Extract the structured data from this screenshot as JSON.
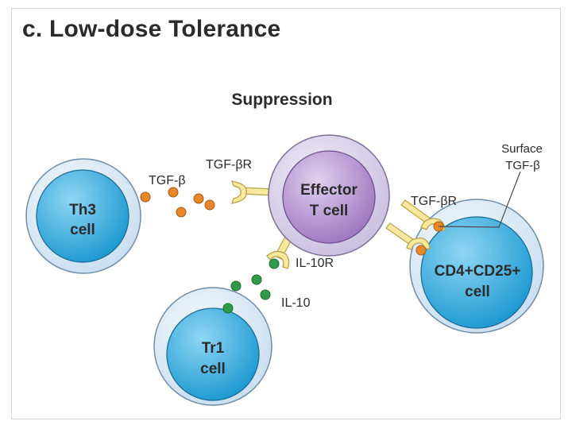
{
  "title": "c. Low-dose Tolerance",
  "heading": "Suppression",
  "cells": {
    "effector": {
      "line1": "Effector",
      "line2": "T cell"
    },
    "th3": {
      "line1": "Th3",
      "line2": "cell"
    },
    "tr1": {
      "line1": "Tr1",
      "line2": "cell"
    },
    "treg": {
      "line1": "CD4+CD25+",
      "line2": "cell"
    }
  },
  "labels": {
    "tgfb_left": "TGF-β",
    "tgfbr_left": "TGF-βR",
    "tgfbr_right": "TGF-βR",
    "surface_line1": "Surface",
    "surface_line2": "TGF-β",
    "il10r": "IL-10R",
    "il10": "IL-10"
  },
  "colors": {
    "cell_outer": "#dbeaf4",
    "cell_inner": "#2aa9de",
    "effector_outer": "#d9d2e8",
    "effector_inner": "#a585c2",
    "receptor": "#f4e8a0",
    "tgfb_dot": "#e8872a",
    "il10_dot": "#2f9a4a"
  }
}
